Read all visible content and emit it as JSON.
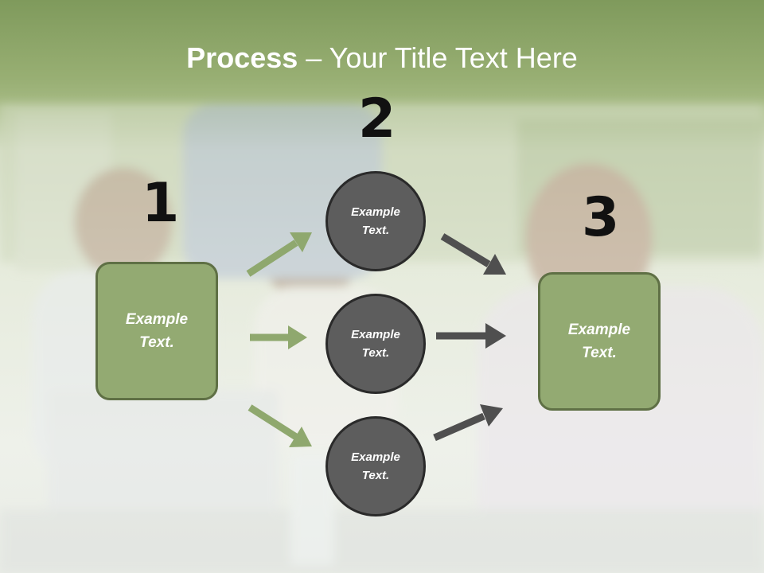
{
  "slide": {
    "title_bold": "Process",
    "title_rest": " – Your Title Text Here",
    "step_numbers": [
      "1",
      "2",
      "3"
    ],
    "left_box": "Example Text.",
    "right_box": "Example Text.",
    "circles": [
      "Example Text.",
      "Example Text.",
      "Example Text."
    ]
  },
  "colors": {
    "header_green": "#8fa86e",
    "box_fill": "#93aa72",
    "circle_fill": "#5d5d5d",
    "green_arrow": "#8fa86e",
    "dark_arrow": "#4f4f4f"
  }
}
